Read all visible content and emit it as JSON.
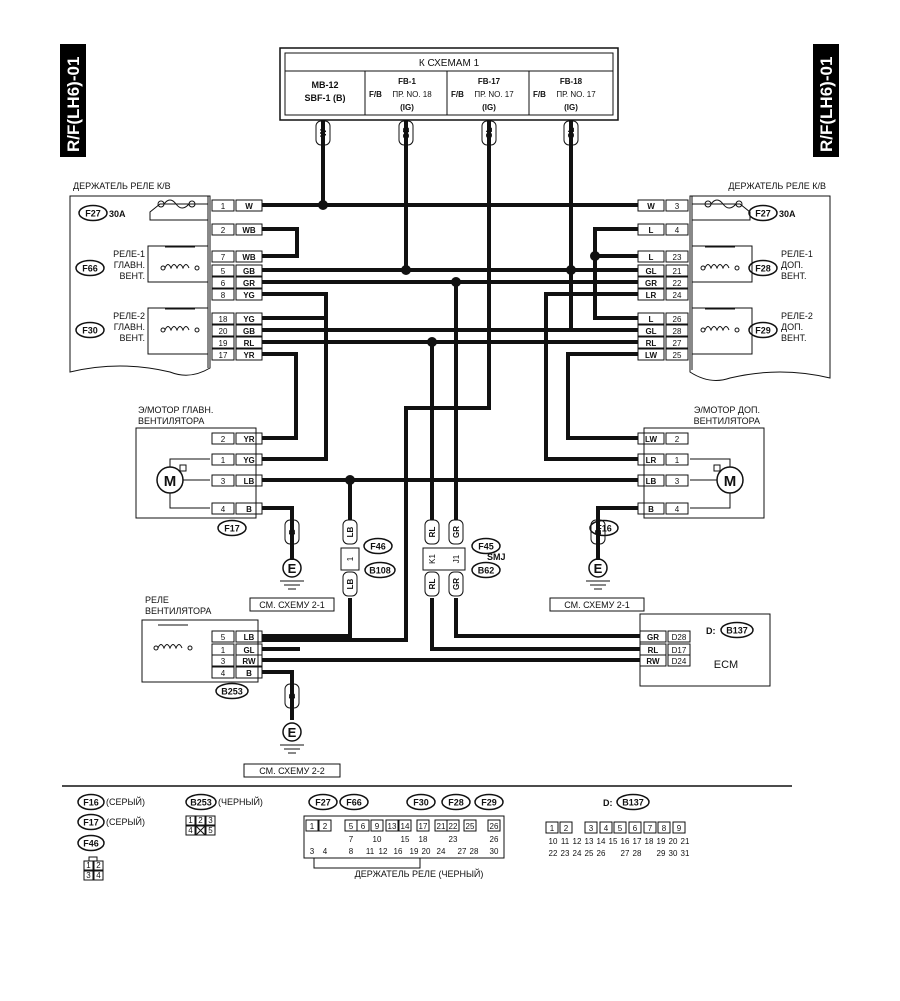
{
  "side_tag": "R/F(LH6)-01",
  "top_header": {
    "title": "К СХЕМАМ 1",
    "mb": {
      "line1": "MB-12",
      "line2": "SBF-1 (B)"
    },
    "fb1": {
      "fb": "F/B",
      "name": "FB-1",
      "line2": "ПР.  NO. 18",
      "ig": "(IG)"
    },
    "fb17": {
      "fb": "F/B",
      "name": "FB-17",
      "line2": "ПР.  NO. 17",
      "ig": "(IG)"
    },
    "fb18": {
      "fb": "F/B",
      "name": "FB-18",
      "line2": "ПР.  NO. 17",
      "ig": "(IG)"
    },
    "wires": [
      "W",
      "GB",
      "GL",
      "GL"
    ]
  },
  "relay_holder": {
    "title": "ДЕРЖАТЕЛЬ РЕЛЕ К/В",
    "f27": "F27",
    "fuse": "30A",
    "f66": "F66",
    "f30": "F30",
    "f28": "F28",
    "f29": "F29",
    "relay1_main": [
      "РЕЛЕ-1",
      "ГЛАВН.",
      "ВЕНТ."
    ],
    "relay2_main": [
      "РЕЛЕ-2",
      "ГЛАВН.",
      "ВЕНТ."
    ],
    "relay1_sub": [
      "РЕЛЕ-1",
      "ДОП.",
      "ВЕНТ."
    ],
    "relay2_sub": [
      "РЕЛЕ-2",
      "ДОП.",
      "ВЕНТ."
    ],
    "left_pins": [
      {
        "pin": "1",
        "wire": "W"
      },
      {
        "pin": "2",
        "wire": "WB"
      },
      {
        "pin": "7",
        "wire": "WB"
      },
      {
        "pin": "5",
        "wire": "GB"
      },
      {
        "pin": "6",
        "wire": "GR"
      },
      {
        "pin": "8",
        "wire": "YG"
      },
      {
        "pin": "18",
        "wire": "YG"
      },
      {
        "pin": "20",
        "wire": "GB"
      },
      {
        "pin": "19",
        "wire": "RL"
      },
      {
        "pin": "17",
        "wire": "YR"
      }
    ],
    "right_pins": [
      {
        "pin": "3",
        "wire": "W"
      },
      {
        "pin": "4",
        "wire": "L"
      },
      {
        "pin": "23",
        "wire": "L"
      },
      {
        "pin": "21",
        "wire": "GL"
      },
      {
        "pin": "22",
        "wire": "GR"
      },
      {
        "pin": "24",
        "wire": "LR"
      },
      {
        "pin": "26",
        "wire": "L"
      },
      {
        "pin": "28",
        "wire": "GL"
      },
      {
        "pin": "27",
        "wire": "RL"
      },
      {
        "pin": "25",
        "wire": "LW"
      }
    ]
  },
  "main_motor": {
    "title": [
      "Э/МОТОР ГЛАВН.",
      "ВЕНТИЛЯТОРА"
    ],
    "symbol": "M",
    "connector": "F17",
    "pins": [
      {
        "pin": "2",
        "wire": "YR"
      },
      {
        "pin": "1",
        "wire": "YG"
      },
      {
        "pin": "3",
        "wire": "LB"
      },
      {
        "pin": "4",
        "wire": "B"
      }
    ]
  },
  "sub_motor": {
    "title": [
      "Э/МОТОР ДОП.",
      "ВЕНТИЛЯТОРА"
    ],
    "symbol": "M",
    "connector": "F16",
    "pins": [
      {
        "pin": "2",
        "wire": "LW"
      },
      {
        "pin": "1",
        "wire": "LR"
      },
      {
        "pin": "3",
        "wire": "LB"
      },
      {
        "pin": "4",
        "wire": "B"
      }
    ]
  },
  "ground_main": {
    "wire": "B",
    "symbol": "E",
    "ref": "СМ. СХЕМУ 2-1"
  },
  "ground_sub": {
    "wire": "B",
    "symbol": "E",
    "ref": "СМ. СХЕМУ 2-1"
  },
  "ground_relay": {
    "wire": "B",
    "symbol": "E",
    "ref": "СМ. СХЕМУ 2-2"
  },
  "f46_joint": {
    "top": "LB",
    "pin": "1",
    "bottom": "LB",
    "c1": "F46",
    "c2": "B108"
  },
  "smj": {
    "label": "SMJ",
    "c1": "F45",
    "c2": "B62",
    "top": [
      "RL",
      "GR"
    ],
    "pins": [
      "K1",
      "J1"
    ],
    "bottom": [
      "RL",
      "GR"
    ]
  },
  "fan_relay": {
    "title": [
      "РЕЛЕ",
      "ВЕНТИЛЯТОРА"
    ],
    "connector": "B253",
    "pins": [
      {
        "pin": "5",
        "wire": "LB"
      },
      {
        "pin": "1",
        "wire": "GL"
      },
      {
        "pin": "3",
        "wire": "RW"
      },
      {
        "pin": "4",
        "wire": "B"
      }
    ]
  },
  "ecm": {
    "label": "ECM",
    "connector": "D: B137",
    "conn_id": "B137",
    "pins": [
      {
        "wire": "GR",
        "pin": "D28"
      },
      {
        "wire": "RL",
        "pin": "D17"
      },
      {
        "wire": "RW",
        "pin": "D24"
      }
    ]
  },
  "legend": {
    "f16": "F16",
    "f16_color": "(СЕРЫЙ)",
    "f17": "F17",
    "f17_color": "(СЕРЫЙ)",
    "f46": "F46",
    "b253": "B253",
    "b253_color": "(ЧЕРНЫЙ)",
    "holder_caption": "ДЕРЖАТЕЛЬ РЕЛЕ (ЧЕРНЫЙ)",
    "d_label": "D:",
    "d_conn": "B137",
    "f46_grid": [
      [
        "1",
        "2"
      ],
      [
        "3",
        "4"
      ]
    ],
    "b253_grid": [
      [
        "1",
        "2",
        "3"
      ],
      [
        "4",
        "",
        "5"
      ]
    ],
    "holder_connectors": [
      "F27",
      "F66",
      "F30",
      "F28",
      "F29"
    ],
    "holder_row1": [
      "1",
      "2",
      "5",
      "6",
      "9",
      "13",
      "14",
      "17",
      "21",
      "22",
      "25",
      "26"
    ],
    "holder_row2": [
      "7",
      "10",
      "15",
      "18",
      "23",
      "26"
    ],
    "holder_row3": [
      "3",
      "4",
      "8",
      "11",
      "12",
      "16",
      "19",
      "20",
      "24",
      "27",
      "28",
      "30"
    ],
    "ecm_row1": [
      "1",
      "2",
      "3",
      "4",
      "5",
      "6",
      "7",
      "8",
      "9"
    ],
    "ecm_row2": [
      "10",
      "11",
      "12",
      "13",
      "14",
      "15",
      "16",
      "17",
      "18",
      "19",
      "20",
      "21"
    ],
    "ecm_row3": [
      "22",
      "23",
      "24",
      "25",
      "26",
      "27",
      "28",
      "29",
      "30",
      "31"
    ]
  }
}
